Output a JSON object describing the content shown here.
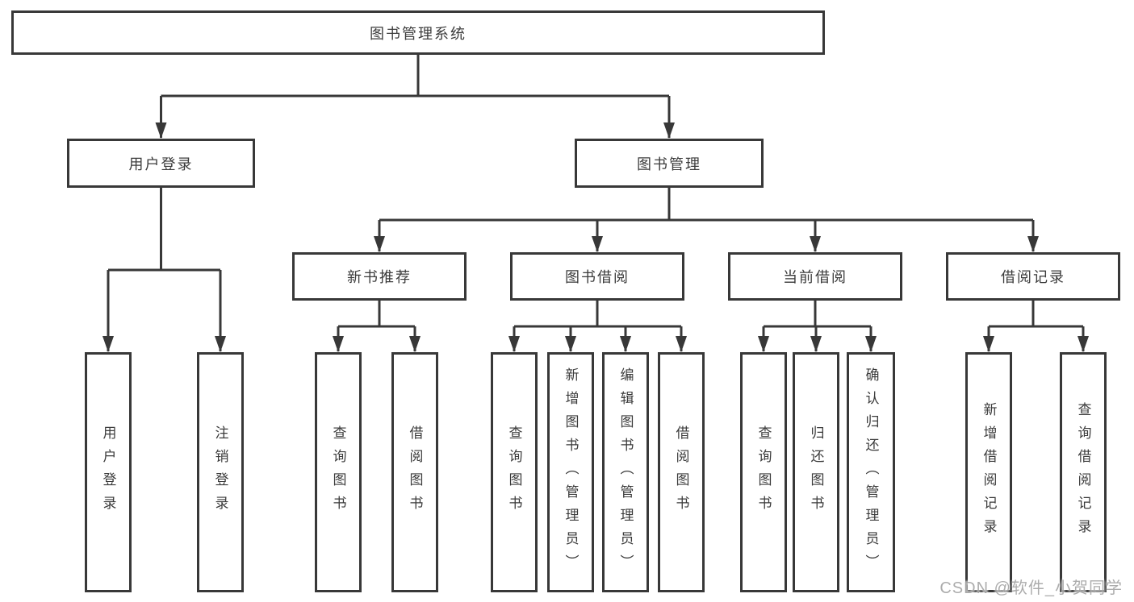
{
  "watermark": "CSDN @软件_小贺同学",
  "colors": {
    "line": "#383838",
    "text": "#3b3b3b",
    "background": "#ffffff",
    "watermark": "#9e9e9e"
  },
  "tree": {
    "label": "图书管理系统",
    "children": [
      {
        "label": "用户登录",
        "children": [
          {
            "label": "用户登录"
          },
          {
            "label": "注销登录"
          }
        ]
      },
      {
        "label": "图书管理",
        "children": [
          {
            "label": "新书推荐",
            "children": [
              {
                "label": "查询图书"
              },
              {
                "label": "借阅图书"
              }
            ]
          },
          {
            "label": "图书借阅",
            "children": [
              {
                "label": "查询图书"
              },
              {
                "label": "新增图书（管理员）"
              },
              {
                "label": "编辑图书（管理员）"
              },
              {
                "label": "借阅图书"
              }
            ]
          },
          {
            "label": "当前借阅",
            "children": [
              {
                "label": "查询图书"
              },
              {
                "label": "归还图书"
              },
              {
                "label": "确认归还（管理员）"
              }
            ]
          },
          {
            "label": "借阅记录",
            "children": [
              {
                "label": "新增借阅记录"
              },
              {
                "label": "查询借阅记录"
              }
            ]
          }
        ]
      }
    ]
  }
}
